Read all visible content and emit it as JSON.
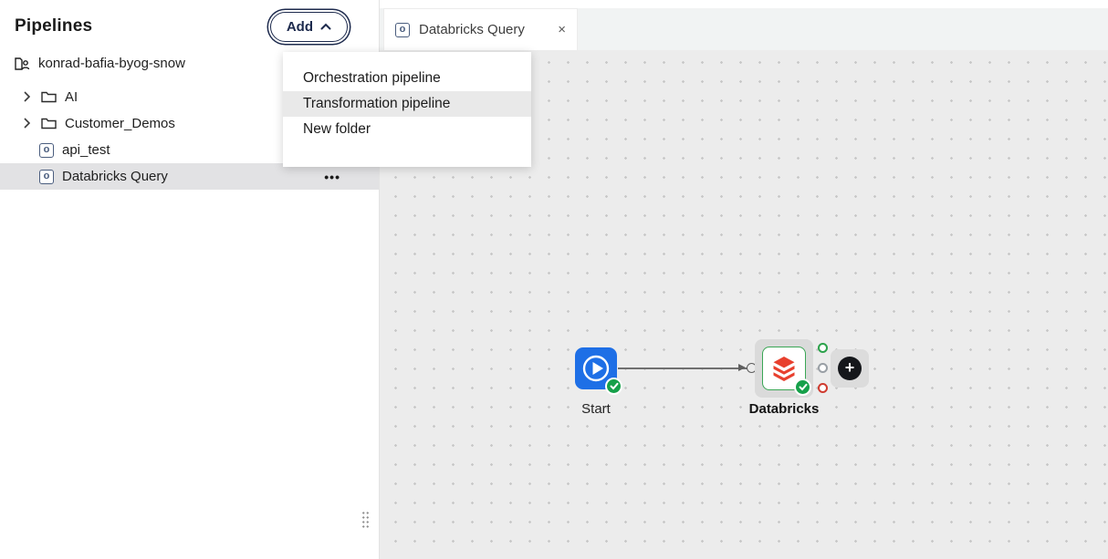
{
  "sidebar": {
    "title": "Pipelines",
    "add_button_label": "Add",
    "project_name": "konrad-bafia-byog-snow",
    "pipeline_icon_letter": "o",
    "more_label": "•••",
    "items": [
      {
        "type": "folder",
        "label": "AI"
      },
      {
        "type": "folder",
        "label": "Customer_Demos"
      },
      {
        "type": "pipeline",
        "label": "api_test"
      },
      {
        "type": "pipeline",
        "label": "Databricks Query",
        "selected": true
      }
    ]
  },
  "add_menu": {
    "items": [
      {
        "label": "Orchestration pipeline"
      },
      {
        "label": "Transformation pipeline",
        "highlighted": true
      },
      {
        "label": "New folder"
      }
    ]
  },
  "tab": {
    "icon_letter": "o",
    "label": "Databricks Query",
    "close_label": "×"
  },
  "canvas": {
    "start_node_label": "Start",
    "databricks_node_label": "Databricks",
    "add_component_label": "+",
    "port_icons": [
      "success-port",
      "unconditional-port",
      "failure-port"
    ],
    "node_statuses": [
      "success",
      "success"
    ]
  },
  "colors": {
    "accent_blue": "#1e6fe6",
    "success_green": "#16A04A",
    "failure_red": "#cf3b2f",
    "databricks_red": "#E8402E",
    "navy": "#1d2a4d",
    "selection_gray": "#dadada"
  }
}
